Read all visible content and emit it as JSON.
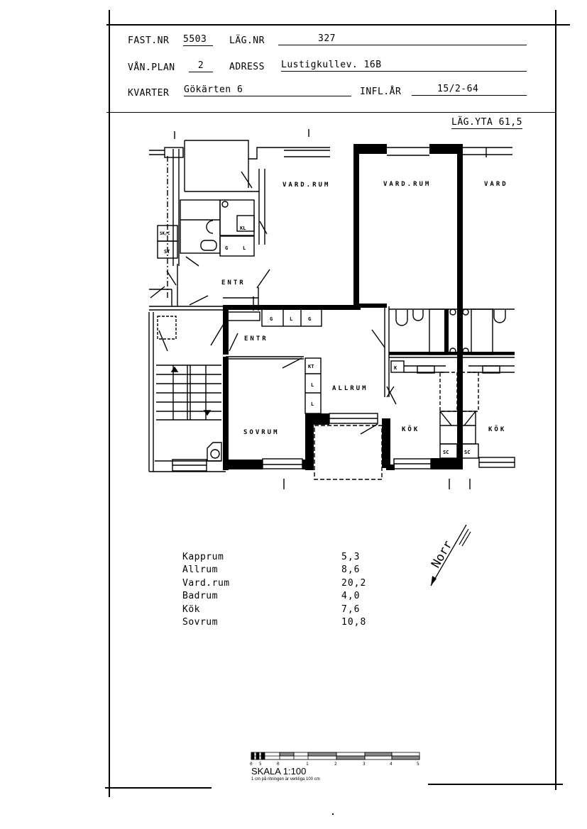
{
  "header": {
    "fast_nr_label": "FAST.NR",
    "fast_nr_value": "5503",
    "lag_nr_label": "LÄG.NR",
    "lag_nr_value": "327",
    "van_plan_label": "VÅN.PLAN",
    "van_plan_value": "2",
    "adress_label": "ADRESS",
    "adress_value": "Lustigkullev. 16B",
    "kvarter_label": "KVARTER",
    "kvarter_value": "Gökärten 6",
    "infl_ar_label": "INFL.ÅR",
    "infl_ar_value": "15/2-64"
  },
  "lag_yta": "LÄG.YTA 61,5",
  "plan": {
    "rooms": [
      {
        "id": "vardrum-1",
        "label": "VARD.RUM"
      },
      {
        "id": "vardrum-2",
        "label": "VARD.RUM"
      },
      {
        "id": "vardrum-3",
        "label": "VARD"
      },
      {
        "id": "entre-1",
        "label": "ENTR"
      },
      {
        "id": "entre-2",
        "label": "ENTR"
      },
      {
        "id": "allrum",
        "label": "ALLRUM"
      },
      {
        "id": "sovrum",
        "label": "SOVRUM"
      },
      {
        "id": "kok-1",
        "label": "KÖK"
      },
      {
        "id": "kok-2",
        "label": "KÖK"
      }
    ],
    "fixture_labels": {
      "kl": "KL",
      "g1": "G",
      "l1": "L",
      "skc": "SK/C",
      "st": "ST",
      "g2": "G",
      "l2": "L",
      "g3": "G",
      "kt": "KT",
      "l3": "L",
      "l4": "L",
      "sc1": "SC",
      "sc2": "SC",
      "k1": "K"
    }
  },
  "areas": [
    {
      "name": "Kapprum",
      "value": "5,3"
    },
    {
      "name": "Allrum",
      "value": "8,6"
    },
    {
      "name": "Vard.rum",
      "value": "20,2"
    },
    {
      "name": "Badrum",
      "value": "4,0"
    },
    {
      "name": "Kök",
      "value": "7,6"
    },
    {
      "name": "Sovrum",
      "value": "10,8"
    }
  ],
  "north_arrow": {
    "label": "Norr"
  },
  "scale": {
    "title": "SKALA 1:100",
    "subtitle": "1 cm på ritningen är verkliga 100 cm",
    "ticks": [
      "0",
      "5",
      "0",
      "1",
      "2",
      "3",
      "4",
      "5"
    ]
  }
}
